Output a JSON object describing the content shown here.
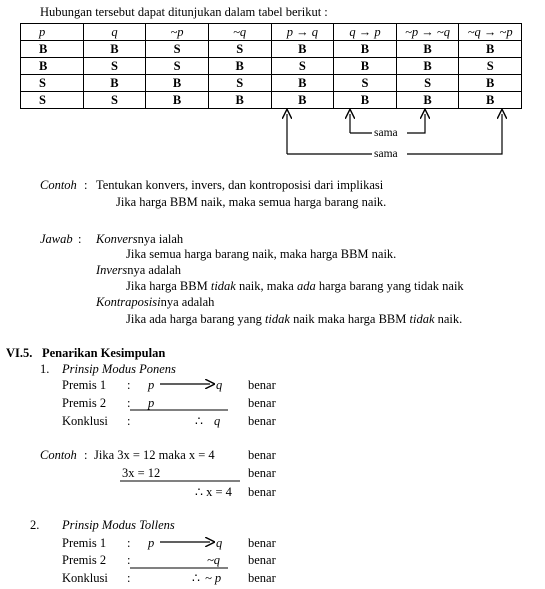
{
  "intro": "Hubungan tersebut dapat ditunjukan dalam tabel berikut :",
  "table": {
    "headers": [
      "p",
      "q",
      "~p",
      "~q",
      "p → q",
      "q → p",
      "~p → ~q",
      "~q → ~p"
    ],
    "rows": [
      [
        "B",
        "B",
        "S",
        "S",
        "B",
        "B",
        "B",
        "B"
      ],
      [
        "B",
        "S",
        "S",
        "B",
        "S",
        "B",
        "B",
        "S"
      ],
      [
        "S",
        "B",
        "B",
        "S",
        "B",
        "S",
        "S",
        "B"
      ],
      [
        "S",
        "S",
        "B",
        "B",
        "B",
        "B",
        "B",
        "B"
      ]
    ]
  },
  "arrows": {
    "label1": "sama",
    "label2": "sama"
  },
  "contoh": {
    "label": "Contoh",
    "colon": ":",
    "line1": "Tentukan konvers, invers, dan kontroposisi dari implikasi",
    "line2": "Jika harga BBM naik, maka semua harga barang naik."
  },
  "jawab": {
    "label": "Jawab",
    "colon": ":",
    "konvers_label": "Konvers",
    "konvers_suffix": "nya ialah",
    "konvers_text": "Jika semua harga barang naik, maka harga BBM naik.",
    "invers_label": "Invers",
    "invers_suffix": "nya adalah",
    "invers_a": "Jika harga BBM ",
    "invers_b": "tidak",
    "invers_c": " naik, maka ",
    "invers_d": "ada",
    "invers_e": " harga barang yang tidak naik",
    "kontra_label": "Kontraposisi",
    "kontra_suffix": "nya adalah",
    "kontra_a": "Jika ada harga barang yang ",
    "kontra_b": "tidak",
    "kontra_c": " naik maka harga BBM ",
    "kontra_d": "tidak",
    "kontra_e": " naik."
  },
  "section": {
    "number": "VI.5.",
    "title": "Penarikan  Kesimpulan"
  },
  "ponens": {
    "number": "1.",
    "title": "Prinsip Modus Ponens",
    "rows": [
      {
        "label": "Premis 1",
        "colon": ":",
        "left": "p",
        "right": "q",
        "status": "benar"
      },
      {
        "label": "Premis 2",
        "colon": ":",
        "left": "p",
        "right": "",
        "status": "benar"
      },
      {
        "label": "Konklusi",
        "colon": ":",
        "therefore": "∴",
        "right": "q",
        "status": "benar"
      }
    ]
  },
  "contoh2": {
    "label": "Contoh",
    "colon": ":",
    "line1": "Jika 3x = 12  maka  x = 4",
    "line2": "3x = 12",
    "line3": "∴ x = 4",
    "status1": "benar",
    "status2": "benar",
    "status3": "benar"
  },
  "tollens": {
    "number": "2.",
    "title": "Prinsip Modus Tollens",
    "rows": [
      {
        "label": "Premis 1",
        "colon": ":",
        "left": "p",
        "right": "q",
        "status": "benar"
      },
      {
        "label": "Premis 2",
        "colon": ":",
        "right": "~q",
        "status": "benar"
      },
      {
        "label": "Konklusi",
        "colon": ":",
        "therefore": "∴",
        "right": "~ p",
        "status": "benar"
      }
    ]
  }
}
